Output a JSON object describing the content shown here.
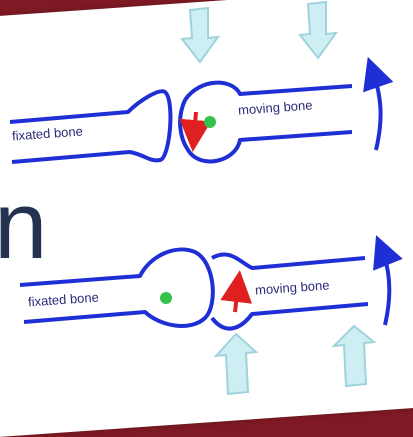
{
  "slide": {
    "title_fragment": "n"
  },
  "diagram_top": {
    "fixated_label": "fixated bone",
    "moving_label": "moving bone"
  },
  "diagram_bottom": {
    "fixated_label": "fixated bone",
    "moving_label": "moving bone"
  },
  "colors": {
    "bone_outline": "#1f2fd6",
    "force_arrow": "#bfe6ee",
    "rotation_arrow": "#e02020",
    "center_dot": "#33c24a",
    "title_text": "#23324f"
  }
}
